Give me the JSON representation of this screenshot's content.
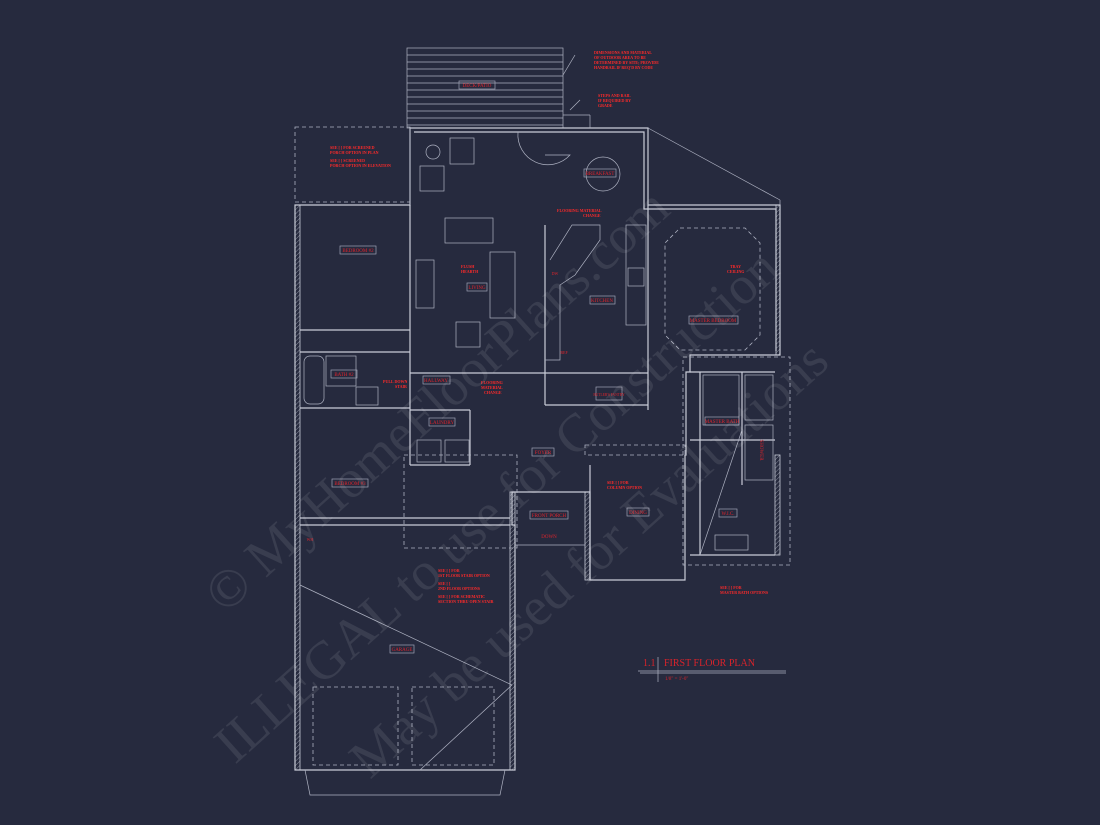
{
  "colors": {
    "background": "#262a3e",
    "linework": "#c9ccd8",
    "annotation": "#e0242c"
  },
  "title": {
    "number": "1.1",
    "name": "FIRST FLOOR PLAN",
    "scale": "1/8\" = 1'-0\""
  },
  "rooms": {
    "deck": "DECK/PATIO",
    "breakfast": "BREAKFAST",
    "bedroom2": "BEDROOM #2",
    "living": "LIVING",
    "kitchen": "KITCHEN",
    "master_bedroom": "MASTER BEDROOM",
    "bath2": "BATH #2",
    "hallway": "HALLWAY",
    "butlers_pantry": "BUTLER'S PANTRY",
    "master_bath": "MASTER BATH",
    "shower": "SHOWER",
    "laundry": "LAUNDRY",
    "foyer": "FOYER",
    "bedroom3": "BEDROOM #3",
    "dining": "DINING",
    "wic": "W.I.C.",
    "front_porch": "FRONT PORCH",
    "down": "DOWN",
    "garage": "GARAGE"
  },
  "notes": {
    "outdoor_1": "DIMENSIONS AND MATERIAL",
    "outdoor_2": "OF OUTDOOR AREA TO BE",
    "outdoor_3": "DETERMINED BY SITE; PROVIDE",
    "outdoor_4": "HANDRAIL IF REQ'D BY CODE",
    "steps_1": "STEPS AND RAIL",
    "steps_2": "IF REQUIRED BY",
    "steps_3": "GRADE",
    "porch_plan_1": "SEE [  ] FOR SCREENED",
    "porch_plan_2": "PORCH OPTION IN PLAN",
    "porch_elev_1": "SEE [     ] SCREENED",
    "porch_elev_2": "PORCH OPTION IN ELEVATION",
    "hearth_1": "FLUSH",
    "hearth_2": "HEARTH",
    "floor_change_1": "FLOORING MATERIAL",
    "floor_change_2": "CHANGE",
    "tray_1": "TRAY",
    "tray_2": "CEILING",
    "pull_down_1": "PULL DOWN",
    "pull_down_2": "STAIR",
    "floor_change_b1": "FLOORING",
    "floor_change_b2": "MATERIAL",
    "floor_change_b3": "CHANGE",
    "column_1": "SEE [   ] FOR",
    "column_2": "COLUMN OPTION",
    "stair_1": "SEE [  ] FOR",
    "stair_2": "1ST FLOOR STAIR OPTION",
    "floor2_1": "SEE [     ]",
    "floor2_2": "2ND FLOOR OPTIONS",
    "section_1": "SEE [   ] FOR SCHEMATIC",
    "section_2": "SECTION THRU OPEN STAIR",
    "mbath_1": "SEE [     ] FOR",
    "mbath_2": "MASTER BATH OPTIONS",
    "misc_dw": "DW",
    "misc_ref": "REF",
    "misc_wh": "WH"
  },
  "watermark": {
    "line1": "© MyHomeFloorPlans.com",
    "line2": "ILLEGAL to use for Construction",
    "line3": "May be used for Evaluations"
  }
}
